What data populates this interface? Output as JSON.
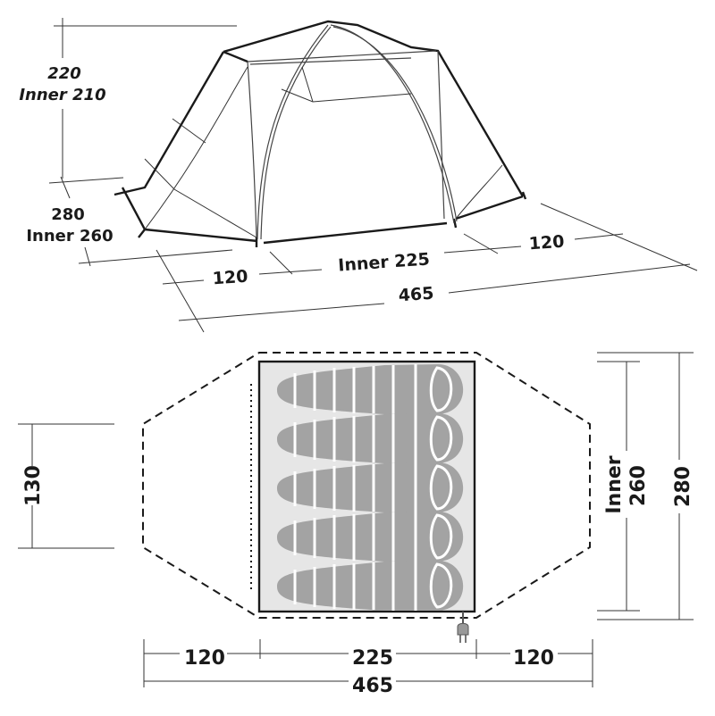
{
  "side_view": {
    "height_label": "220",
    "inner_height_label": "Inner 210",
    "width_label": "280",
    "inner_width_label": "Inner 260",
    "porch_left_label": "120",
    "inner_length_label": "Inner 225",
    "porch_right_label": "120",
    "total_length_label": "465"
  },
  "floor_plan": {
    "porch_depth_label": "130",
    "inner_label": "Inner",
    "inner_width_label": "260",
    "total_width_label": "280",
    "porch_left_label": "120",
    "inner_length_label": "225",
    "porch_right_label": "120",
    "total_length_label": "465",
    "sleeping_bags": 5,
    "colors": {
      "inner_fill": "#e6e6e6",
      "bag_fill": "#a3a3a3",
      "line": "#1a1a1a"
    }
  }
}
